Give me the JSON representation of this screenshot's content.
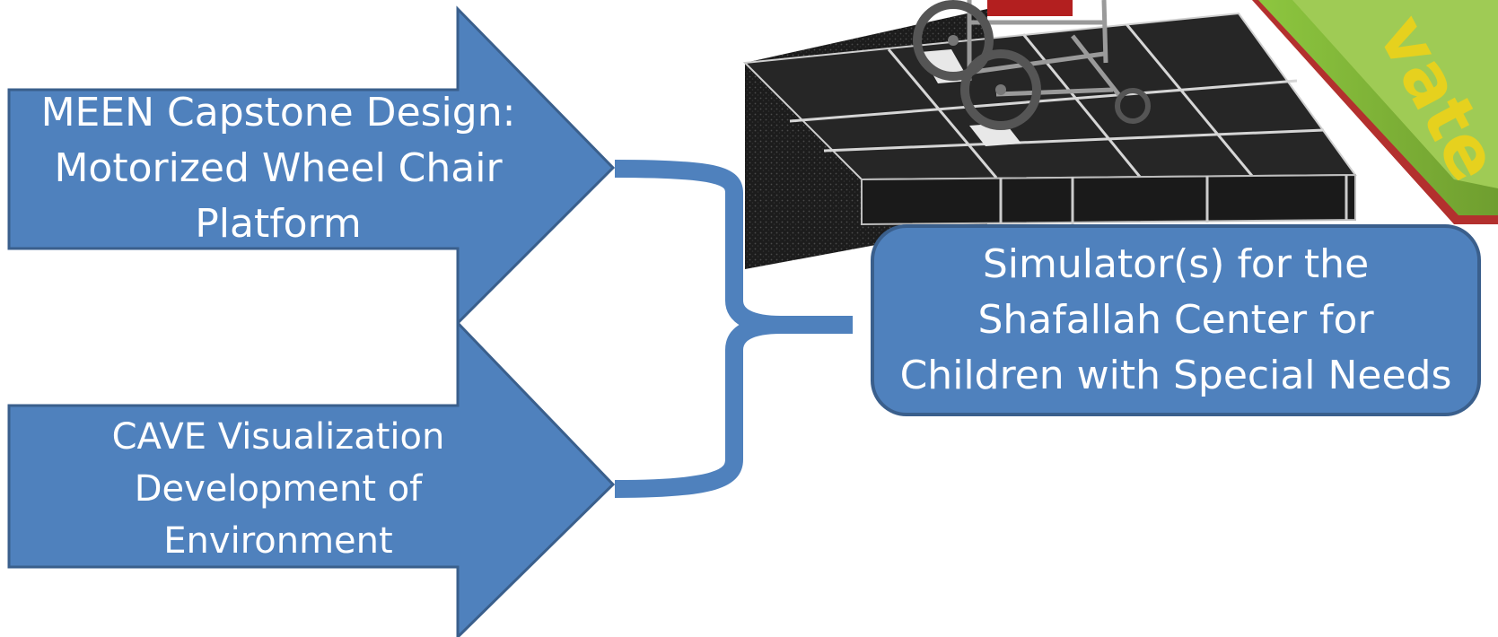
{
  "diagram": {
    "nodes": {
      "meen": {
        "lines": [
          "MEEN Capstone Design:",
          "Motorized Wheel Chair",
          "Platform"
        ]
      },
      "cave": {
        "lines": [
          "CAVE Visualization",
          "Development of",
          "Environment"
        ]
      },
      "simulator": {
        "lines": [
          "Simulator(s) for the",
          "Shafallah Center for",
          "Children with Special Needs"
        ]
      }
    },
    "edges": [
      {
        "from": "meen",
        "to": "simulator"
      },
      {
        "from": "cave",
        "to": "simulator"
      }
    ],
    "banner_fragment": "vate",
    "colors": {
      "shape_fill": "#4f81bd",
      "shape_stroke": "#3a5f8c",
      "label_text": "#ffffff",
      "platform_dark": "#222222",
      "banner_green": "#8dc63f",
      "banner_text": "#e6d11e"
    }
  }
}
